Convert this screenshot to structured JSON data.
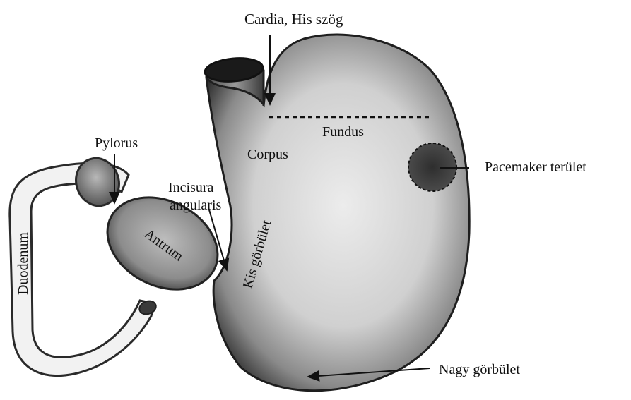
{
  "labels": {
    "cardia": "Cardia, His szög",
    "fundus": "Fundus",
    "corpus": "Corpus",
    "pylorus": "Pylorus",
    "incisura_line1": "Incisura",
    "incisura_line2": "angularis",
    "antrum": "Antrum",
    "duodenum": "Duodenum",
    "kis_gorbulet": "Kis görbület",
    "nagy_gorbulet": "Nagy görbület",
    "pacemaker": "Pacemaker terület"
  },
  "colors": {
    "organ_fill_light": "#e6e6e6",
    "organ_fill_mid": "#a8a8a8",
    "organ_fill_dark": "#2a2a2a",
    "outline": "#222222",
    "duodenum_fill": "#f2f2f2",
    "pacemaker_zone": "#3a3a3a"
  }
}
